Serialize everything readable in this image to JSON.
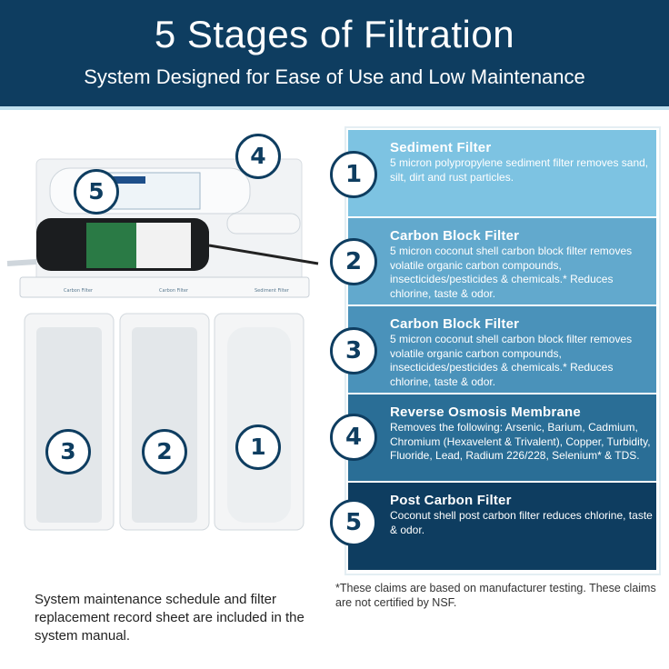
{
  "header": {
    "title": "5 Stages of Filtration",
    "subtitle": "System Designed for Ease of Use and Low Maintenance"
  },
  "stages": [
    {
      "number": "1",
      "title": "Sediment Filter",
      "description": "5  micron polypropylene sediment filter removes sand, silt, dirt and rust particles.",
      "color": "#7dc3e2"
    },
    {
      "number": "2",
      "title": "Carbon Block Filter",
      "description": "5 micron coconut shell carbon block filter removes volatile organic carbon compounds, insecticides/pesticides & chemicals.* Reduces chlorine, taste & odor.",
      "color": "#62a9cd"
    },
    {
      "number": "3",
      "title": "Carbon Block Filter",
      "description": "5 micron coconut shell carbon block filter removes volatile organic carbon compounds, insecticides/pesticides & chemicals.* Reduces chlorine, taste & odor.",
      "color": "#4a92ba"
    },
    {
      "number": "4",
      "title": "Reverse Osmosis Membrane",
      "description": "Removes the following: Arsenic, Barium, Cadmium, Chromium (Hexavelent & Trivalent), Copper, Turbidity, Fluoride, Lead, Radium 226/228, Selenium* & TDS.",
      "color": "#2a6e96"
    },
    {
      "number": "5",
      "title": "Post Carbon Filter",
      "description": "Coconut shell post carbon filter reduces chlorine, taste & odor.",
      "color": "#0e3d60"
    }
  ],
  "product": {
    "labels": {
      "carbon1": "Carbon Filter",
      "carbon2": "Carbon Filter",
      "sediment": "Sediment Filter"
    },
    "callouts": [
      "3",
      "2",
      "1",
      "4",
      "5"
    ]
  },
  "footnote": "*These claims are based on manufacturer testing. These claims are not certified by NSF.",
  "maintenance_note": "System maintenance schedule and filter replacement record sheet are included in the system manual."
}
